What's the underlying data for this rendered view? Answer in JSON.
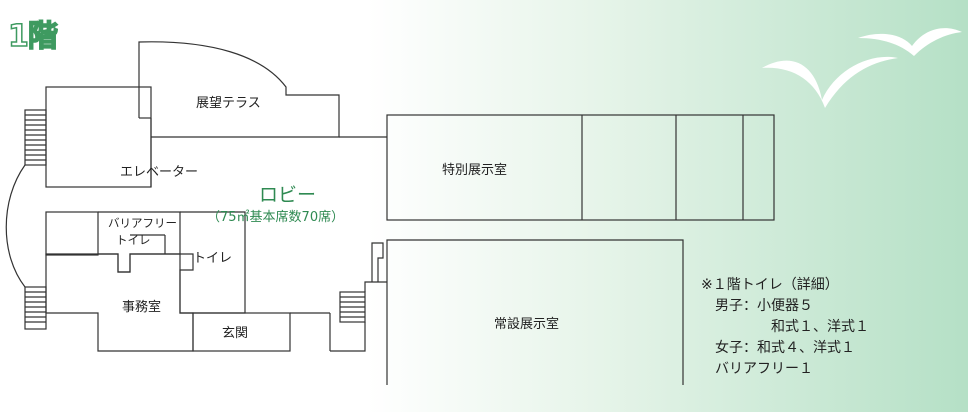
{
  "floor_title": "1階",
  "rooms": {
    "observation_terrace": "展望テラス",
    "elevator": "エレベーター",
    "special_exhibition": "特別展示室",
    "lobby": "ロビー",
    "lobby_capacity": "（75㎡基本席数70席）",
    "barrier_free_toilet_line1": "バリアフリー",
    "barrier_free_toilet_line2": "トイレ",
    "toilet": "トイレ",
    "office": "事務室",
    "entrance": "玄関",
    "permanent_exhibition": "常設展示室"
  },
  "toilet_notes": {
    "heading": "※１階トイレ（詳細）",
    "men_line1": "男子：小便器５",
    "men_line2": "和式１、洋式１",
    "women": "女子：和式４、洋式１",
    "barrier_free": "バリアフリー１"
  },
  "colors": {
    "accent_green": "#3e9a60",
    "lobby_green": "#2f8a52",
    "line": "#333333"
  }
}
